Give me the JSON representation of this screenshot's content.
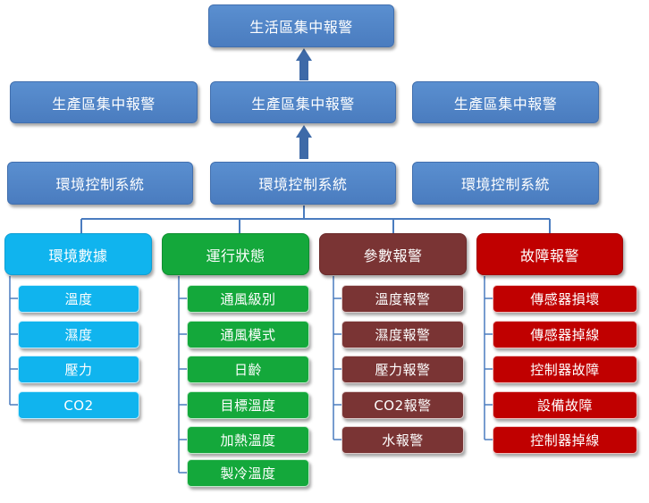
{
  "top": "生活區集中報警",
  "level2": [
    "生產區集中報警",
    "生產區集中報警",
    "生產區集中報警"
  ],
  "level3": [
    "環境控制系統",
    "環境控制系統",
    "環境控制系統"
  ],
  "categories": [
    {
      "label": "環境數據",
      "items": [
        "溫度",
        "濕度",
        "壓力",
        "CO2"
      ]
    },
    {
      "label": "運行狀態",
      "items": [
        "通風級別",
        "通風模式",
        "日齡",
        "目標溫度",
        "加熱溫度",
        "製冷溫度"
      ]
    },
    {
      "label": "參數報警",
      "items": [
        "溫度報警",
        "濕度報警",
        "壓力報警",
        "CO2報警",
        "水報警"
      ]
    },
    {
      "label": "故障報警",
      "items": [
        "傳感器損壞",
        "傳感器掉線",
        "控制器故障",
        "設備故障",
        "控制器掉線"
      ]
    }
  ],
  "colors": {
    "box_blue": "#4f81bd",
    "connector": "#4a7cbf",
    "arrow": "#3e6aa8",
    "env": "#10b4ee",
    "run": "#14a83b",
    "param": "#7a3434",
    "fault": "#c00000"
  }
}
